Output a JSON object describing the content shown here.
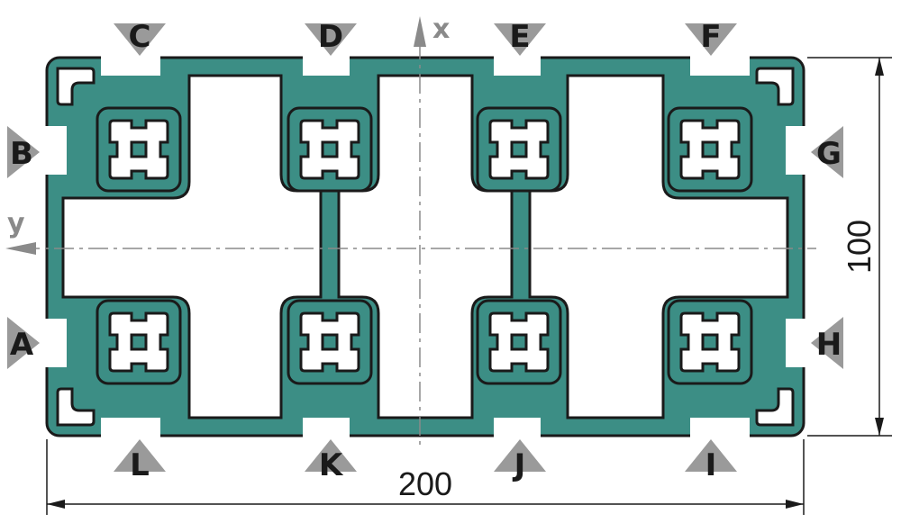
{
  "figure": {
    "profile_color": "#3c8e85",
    "outline_color": "#1a1a1a",
    "marker_color": "#9a9a9a",
    "axis_color": "#8a8a8a"
  },
  "axes": {
    "x_label": "x",
    "y_label": "y"
  },
  "dimensions": {
    "width_label": "200",
    "height_label": "100"
  },
  "slot_labels": {
    "A": "A",
    "B": "B",
    "C": "C",
    "D": "D",
    "E": "E",
    "F": "F",
    "G": "G",
    "H": "H",
    "I": "I",
    "J": "J",
    "K": "K",
    "L": "L"
  }
}
